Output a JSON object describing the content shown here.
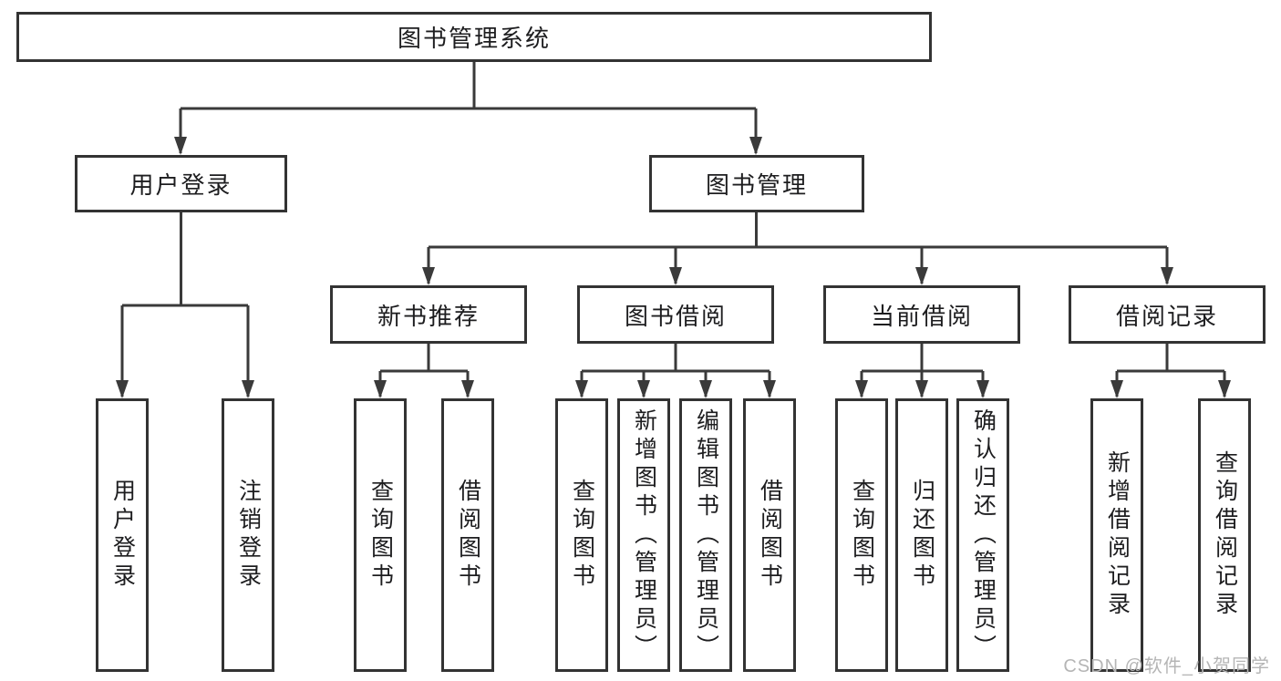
{
  "colors": {
    "line": "#3a3a3a",
    "border": "#333333",
    "text": "#1d1d1f",
    "watermark": "#b5b5b5",
    "background": "#ffffff"
  },
  "nodes": {
    "root": "图书管理系统",
    "user_login": "用户登录",
    "book_management": "图书管理",
    "new_book_recommend": "新书推荐",
    "book_borrow": "图书借阅",
    "current_borrow": "当前借阅",
    "borrow_records": "借阅记录",
    "leaf_user_login": "用户登录",
    "leaf_logout": "注销登录",
    "leaf_query_book_a": "查询图书",
    "leaf_borrow_book_a": "借阅图书",
    "leaf_query_book_b": "查询图书",
    "leaf_add_book_admin": "新增图书（管理员）",
    "leaf_edit_book_admin": "编辑图书（管理员）",
    "leaf_borrow_book_b": "借阅图书",
    "leaf_query_book_c": "查询图书",
    "leaf_return_book": "归还图书",
    "leaf_confirm_return_admin": "确认归还（管理员）",
    "leaf_add_borrow_record": "新增借阅记录",
    "leaf_query_borrow_record": "查询借阅记录"
  },
  "watermark": "CSDN @软件_小贺同学"
}
